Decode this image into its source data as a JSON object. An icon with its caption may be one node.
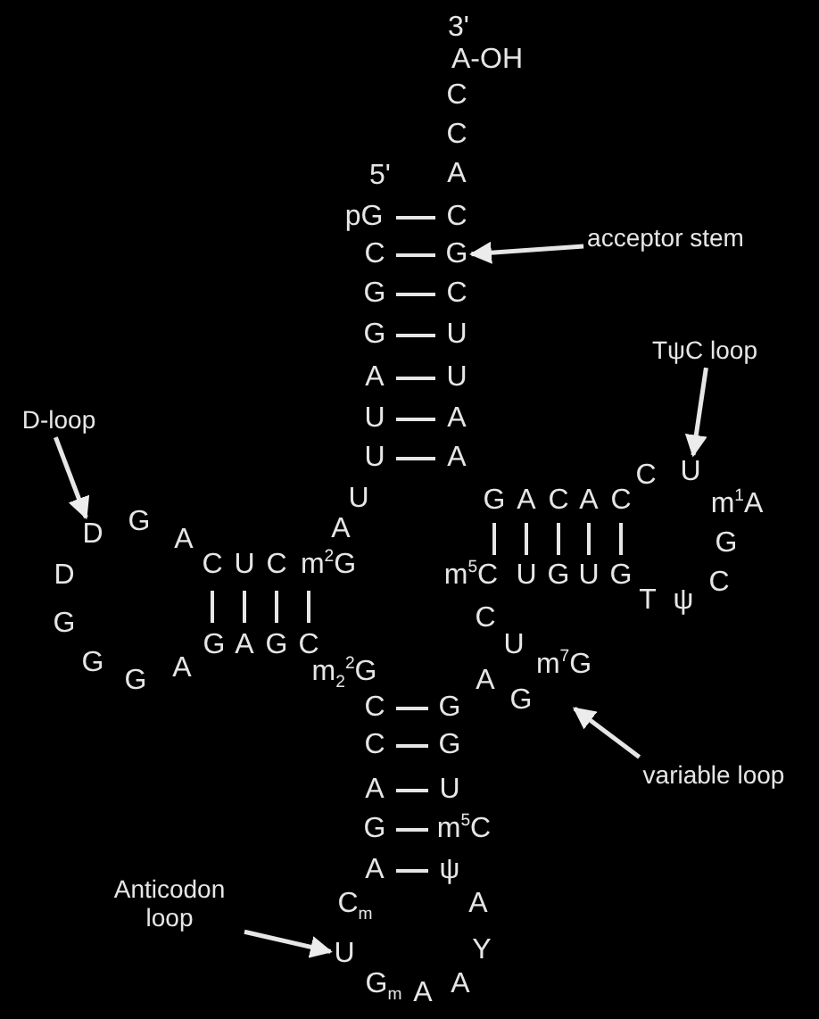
{
  "diagram": {
    "nodes": [
      {
        "text": [
          "acceptor stem"
        ]
      },
      {
        "text": [
          "G"
        ]
      },
      {
        "text": [
          "TψC loop"
        ]
      },
      {
        "text": [
          "D-loop"
        ]
      },
      {
        "text": [
          "U"
        ]
      },
      {
        "text": [
          "D"
        ]
      },
      {
        "text": [
          "variable loop"
        ]
      },
      {
        "text": [
          "Anticodon loop"
        ]
      },
      {
        "text": [
          "U"
        ]
      }
    ],
    "edges": [
      {
        "from": 0,
        "to": 1,
        "arrow": "to"
      },
      {
        "from": 2,
        "to": 4,
        "arrow": "to"
      },
      {
        "from": 3,
        "to": 5,
        "arrow": "to"
      },
      {
        "from": 6,
        "to": null,
        "arrow": "to"
      },
      {
        "from": 7,
        "to": 8,
        "arrow": "to"
      }
    ],
    "labels": [
      "3'",
      "A-OH",
      "C",
      "C",
      "5'",
      "A",
      "pG",
      "C",
      "C",
      "G",
      "C",
      "G",
      "U",
      "A",
      "U",
      "U",
      "A",
      "U",
      "A",
      "U",
      "G",
      "A",
      "C",
      "A",
      "C",
      "C",
      "m$^{1}$A",
      "G",
      "A",
      "A",
      "G",
      "D",
      "C",
      "U",
      "C",
      "m$^{2}$G",
      "m$^{5}$C",
      "U",
      "G",
      "U",
      "G",
      "C",
      "G",
      "C",
      "T",
      "ψ",
      "G",
      "G",
      "A",
      "G",
      "A",
      "G",
      "C",
      "m$_{2}$$^{2}$G",
      "A",
      "U",
      "m$^{7}$G",
      "C",
      "G",
      "G",
      "C",
      "G",
      "A",
      "U",
      "G",
      "m$^{5}$C",
      "A",
      "ψ",
      "C$_{m}$",
      "A",
      "Y",
      "G$_{m}$",
      "A",
      "A"
    ]
  }
}
